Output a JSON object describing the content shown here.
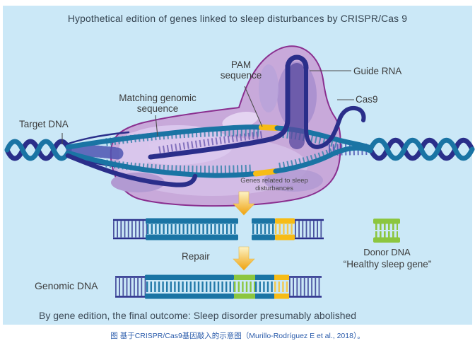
{
  "title": "Hypothetical edition of genes linked to sleep disturbances by CRISPR/Cas 9",
  "diagram": {
    "labels": {
      "target_dna": "Target DNA",
      "matching_genomic": "Matching genomic sequence",
      "pam": "PAM sequence",
      "guide_rna": "Guide RNA",
      "cas9": "Cas9",
      "genes_related": "Genes related to sleep disturbances",
      "repair": "Repair",
      "donor_dna": "Donor DNA",
      "healthy_sleep_gene": "“Healthy sleep gene”",
      "genomic_dna": "Genomic DNA"
    },
    "outcome": "By gene edition, the final outcome: Sleep disorder presumably abolished"
  },
  "caption": "图 基于CRISPR/Cas9基因敲入的示意图（Murillo-Rodríguez E et al., 2018）。",
  "colors": {
    "background": "#cbe8f7",
    "teal": "#1a74a4",
    "navy": "#2a2e8a",
    "purple_fill": "#c8a9da",
    "purple_outline": "#8a2f8f",
    "yellow": "#f7bc16",
    "green": "#8cc63f",
    "arrow_top": "#fcf3c6",
    "arrow_bottom": "#f0a20d",
    "caption_blue": "#2b5cab",
    "label_text": "#3b3b3b"
  }
}
